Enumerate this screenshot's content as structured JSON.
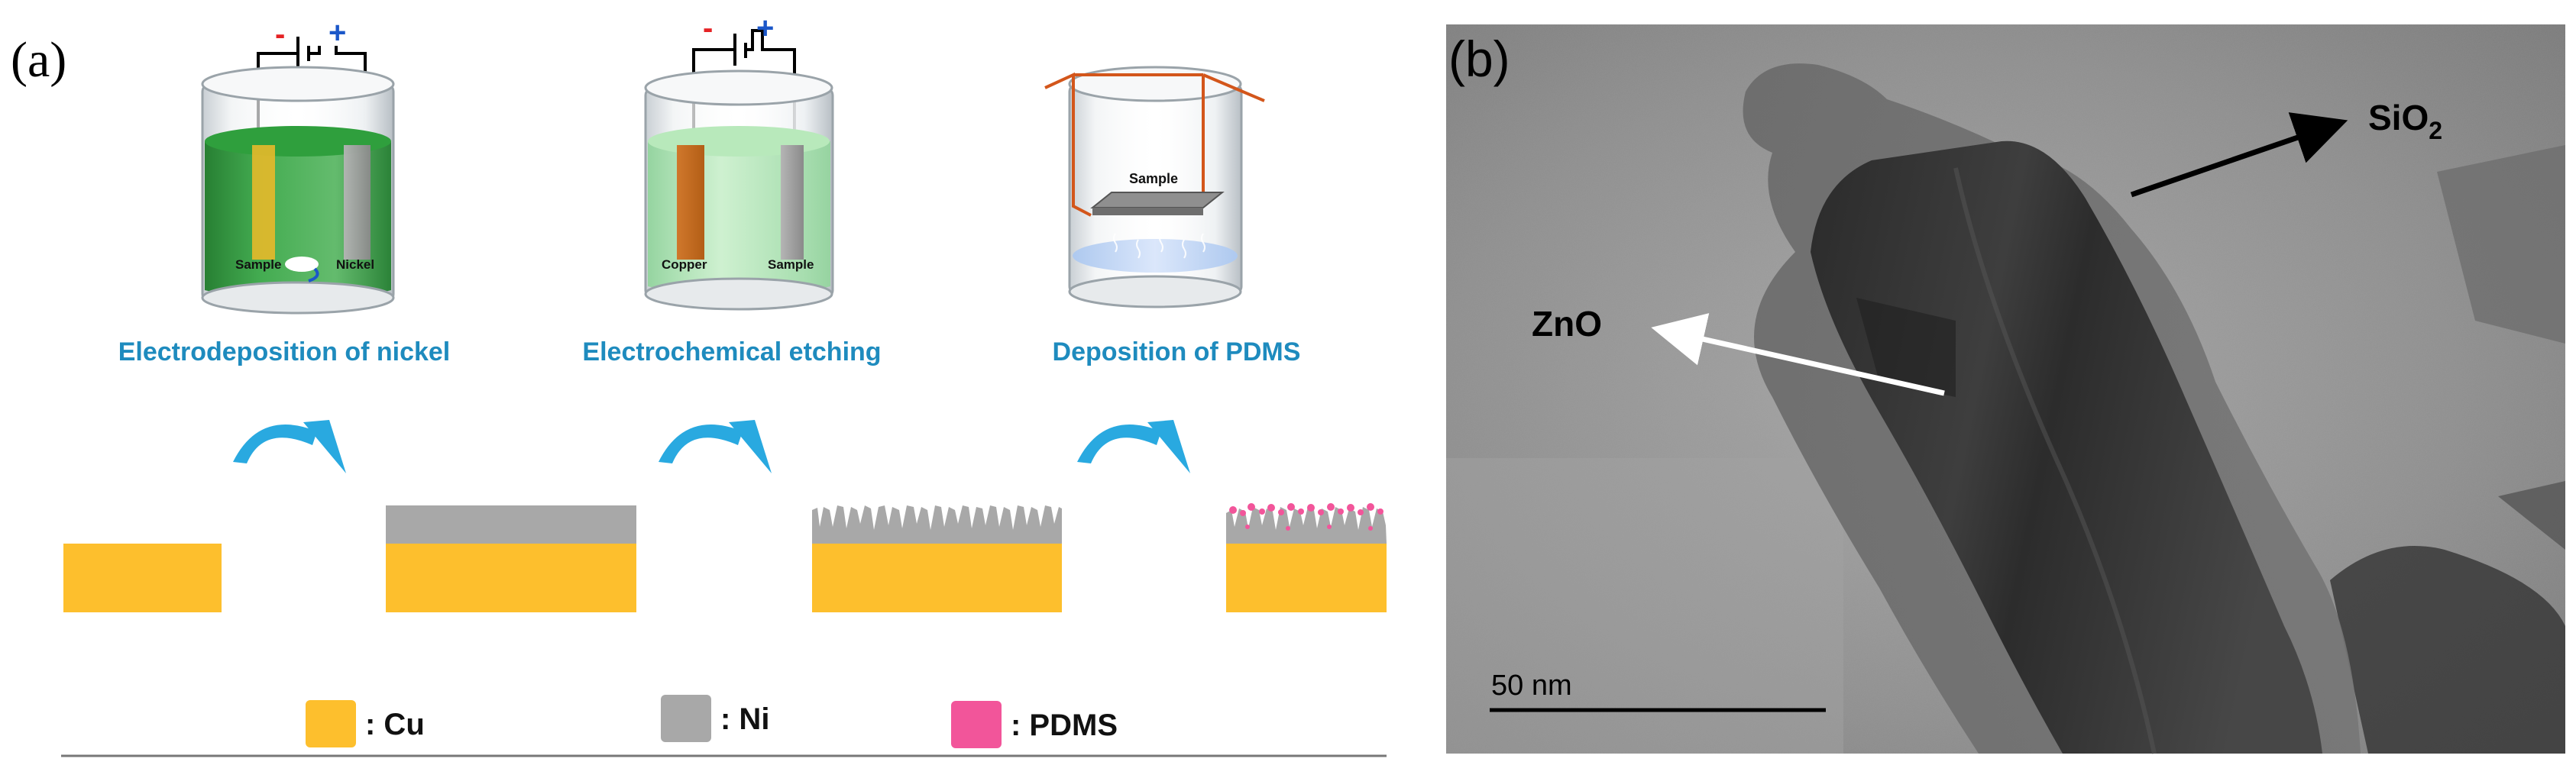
{
  "panel_a": {
    "label": "(a)",
    "step1": {
      "title": "Electrodeposition of nickel",
      "electrode_left": "Sample",
      "electrode_right": "Nickel",
      "terminal_neg": "-",
      "terminal_pos": "+"
    },
    "step2": {
      "title": "Electrochemical etching",
      "electrode_left": "Copper",
      "electrode_right": "Sample",
      "terminal_neg": "-",
      "terminal_pos": "+"
    },
    "step3": {
      "title": "Deposition of PDMS",
      "sample_label": "Sample"
    },
    "legend": [
      {
        "label": ": Cu",
        "color": "#FDBF2D"
      },
      {
        "label": ": Ni",
        "color": "#A8A8A8"
      },
      {
        "label": ": PDMS",
        "color": "#F2559A"
      }
    ],
    "colors": {
      "title_blue": "#1E8BBE",
      "arrow_blue": "#29A9E0",
      "solution_green": "#2E9A3A",
      "solution_light_green": "#A8E3A8"
    }
  },
  "panel_b": {
    "label": "(b)",
    "label_sio2_main": "SiO",
    "label_sio2_sub": "2",
    "label_zno": "ZnO",
    "scale_bar": "50 nm"
  }
}
